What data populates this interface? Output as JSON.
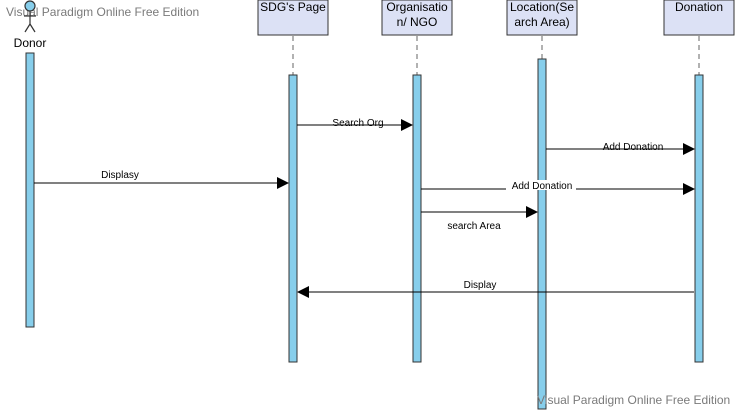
{
  "watermark": {
    "top": "Visual Paradigm Online Free Edition",
    "bottom": "Visual Paradigm Online Free Edition"
  },
  "colors": {
    "header_fill": "#dce1f5",
    "activation_fill": "#87ceeb",
    "line": "#000000",
    "lifeline_dash": "#666666"
  },
  "actor": {
    "label": "Donor",
    "icon": "stick-figure-icon"
  },
  "participants": [
    {
      "id": "sdg",
      "line1": "SDG's Page",
      "line2": ""
    },
    {
      "id": "org",
      "line1": "Organisatio",
      "line2": "n/ NGO"
    },
    {
      "id": "loc",
      "line1": "Location(Se",
      "line2": "arch Area)"
    },
    {
      "id": "don",
      "line1": "Donation",
      "line2": ""
    }
  ],
  "messages": [
    {
      "from": "sdg",
      "to": "org",
      "label": "Search Org"
    },
    {
      "from": "loc",
      "to": "don",
      "label": "Add Donation"
    },
    {
      "from": "donor",
      "to": "sdg",
      "label": "Displasy"
    },
    {
      "from": "org",
      "to": "don",
      "label": "Add Donation"
    },
    {
      "from": "org",
      "to": "loc",
      "label": "search Area"
    },
    {
      "from": "don",
      "to": "sdg",
      "label": "Display"
    }
  ]
}
